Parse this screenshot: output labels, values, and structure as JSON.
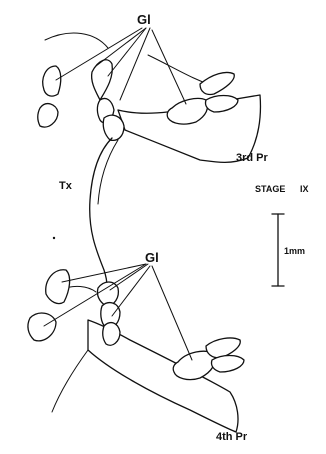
{
  "labels": {
    "gl_top": "Gl",
    "gl_bottom": "Gl",
    "tx": "Tx",
    "third_pr": "3rd Pr",
    "fourth_pr": "4th Pr",
    "stage": "STAGE",
    "stage_numeral": "IX",
    "scale": "1mm"
  }
}
